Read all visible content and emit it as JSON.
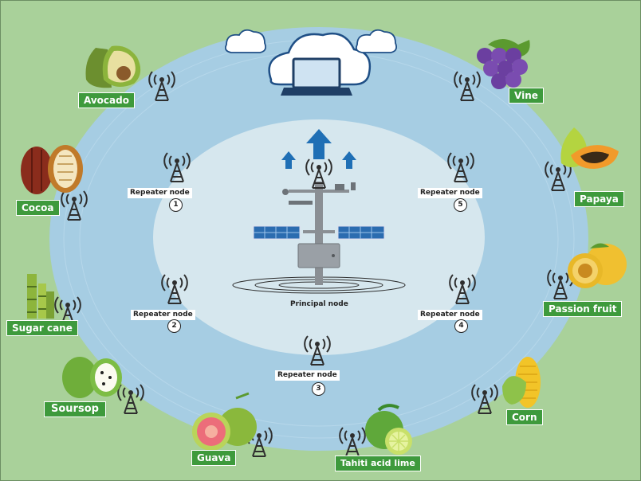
{
  "crops": [
    {
      "id": "avocado",
      "label": "Avocado"
    },
    {
      "id": "cocoa",
      "label": "Cocoa"
    },
    {
      "id": "sugar-cane",
      "label": "Sugar cane"
    },
    {
      "id": "soursop",
      "label": "Soursop"
    },
    {
      "id": "guava",
      "label": "Guava"
    },
    {
      "id": "tahiti-lime",
      "label": "Tahiti acid lime"
    },
    {
      "id": "corn",
      "label": "Corn"
    },
    {
      "id": "passion-fruit",
      "label": "Passion fruit"
    },
    {
      "id": "papaya",
      "label": "Papaya"
    },
    {
      "id": "vine",
      "label": "Vine"
    }
  ],
  "repeater_nodes": [
    {
      "label": "Repeater node",
      "number": "1"
    },
    {
      "label": "Repeater node",
      "number": "2"
    },
    {
      "label": "Repeater node",
      "number": "3"
    },
    {
      "label": "Repeater node",
      "number": "4"
    },
    {
      "label": "Repeater node",
      "number": "5"
    }
  ],
  "principal_node": {
    "label": "Principal node"
  },
  "colors": {
    "background": "#a9d19a",
    "outer_ring": "#a6cde3",
    "inner_circle": "#d6e7ee",
    "label_green": "#3e9a3c",
    "arrow_blue": "#1f6fb5",
    "tower": "#2e2e2e"
  }
}
